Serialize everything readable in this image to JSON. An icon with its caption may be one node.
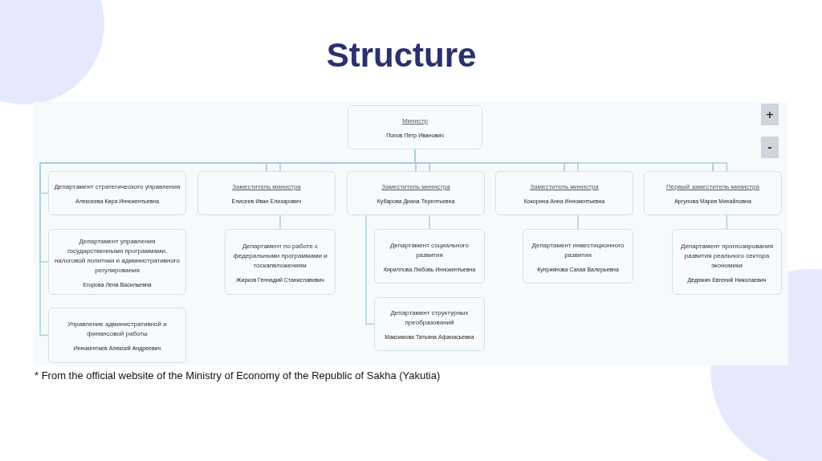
{
  "diagram": {
    "title": "Structure",
    "caption": "* From the official website of the Ministry of Economy of the Republic of Sakha (Yakutia)",
    "nodes": [
      {
        "text": [
          "Министр",
          "Попов Петр Иванович"
        ]
      },
      {
        "text": [
          "Департамент стратегического управления",
          "Алексеева Кира Иннокентьевна"
        ]
      },
      {
        "text": [
          "Заместитель министра",
          "Елисеев Иван Елизарович"
        ]
      },
      {
        "text": [
          "Заместитель министра",
          "Кубарова Диана Терентьевна"
        ]
      },
      {
        "text": [
          "Заместитель министра",
          "Кокорина Анна Иннокентьевна"
        ]
      },
      {
        "text": [
          "Первый заместитель министра",
          "Аргунова Мария Михайловна"
        ]
      },
      {
        "text": [
          "Департамент управления государственными программами, налоговой политики и административного регулирования",
          "Егорова Лена Васильевна"
        ]
      },
      {
        "text": [
          "Управление административной и финансовой работы",
          "Иннокентьев Алексей Андреевич"
        ]
      },
      {
        "text": [
          "Департамент по работе с федеральными программами и госкапвложениям",
          "Жирков Геннадий Станиславович"
        ]
      },
      {
        "text": [
          "Департамент социального развития",
          "Кириллова Любовь Иннокентьевна"
        ]
      },
      {
        "text": [
          "Департамент структурных преобразований",
          "Максимова Татьяна Афанасьевна"
        ]
      },
      {
        "text": [
          "Департамент инвестиционного развития",
          "Куприянова Сахая Валерьевна"
        ]
      },
      {
        "text": [
          "Департамент прогнозирования развития реального сектора экономики",
          "Дедюкин Евгений Николаевич"
        ]
      }
    ],
    "edges": [
      {
        "from": 0,
        "to": 1,
        "arrow": "none"
      },
      {
        "from": 0,
        "to": 6,
        "arrow": "none"
      },
      {
        "from": 0,
        "to": 7,
        "arrow": "none"
      },
      {
        "from": 0,
        "to": 2,
        "arrow": "none"
      },
      {
        "from": 0,
        "to": 3,
        "arrow": "none"
      },
      {
        "from": 0,
        "to": 4,
        "arrow": "none"
      },
      {
        "from": 0,
        "to": 5,
        "arrow": "none"
      },
      {
        "from": 2,
        "to": 8,
        "arrow": "none"
      },
      {
        "from": 3,
        "to": 9,
        "arrow": "none"
      },
      {
        "from": 3,
        "to": 10,
        "arrow": "none"
      },
      {
        "from": 4,
        "to": 11,
        "arrow": "none"
      },
      {
        "from": 5,
        "to": 12,
        "arrow": "none"
      }
    ],
    "labels": [
      "+",
      "-"
    ]
  }
}
